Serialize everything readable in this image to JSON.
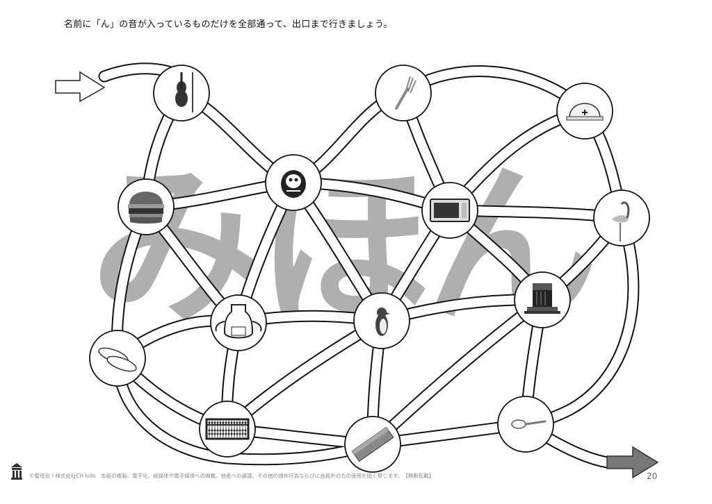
{
  "instruction": "名前に「ん」の音が入っているものだけを全部通って、出口まで行きましょう。",
  "watermark": "みほん",
  "footer": "©聖母会 / 株式会社CH kids　本紙の複製、電子化、紙媒体や電子媒体への掲載、他者への譲渡、その他の頒布行為ならびに会員外の方の使用を固く禁じます。　【無断転載】",
  "page_number": "20",
  "icons": [
    "violin-icon",
    "fork-icon",
    "helmet-icon",
    "hamburger-icon",
    "daruma-icon",
    "microwave-icon",
    "flamingo-icon",
    "apron-icon",
    "penguin-icon",
    "stove-icon",
    "slippers-icon",
    "abacus-icon",
    "pencil-case-icon",
    "spoon-icon",
    "start-arrow-icon",
    "goal-arrow-icon"
  ]
}
